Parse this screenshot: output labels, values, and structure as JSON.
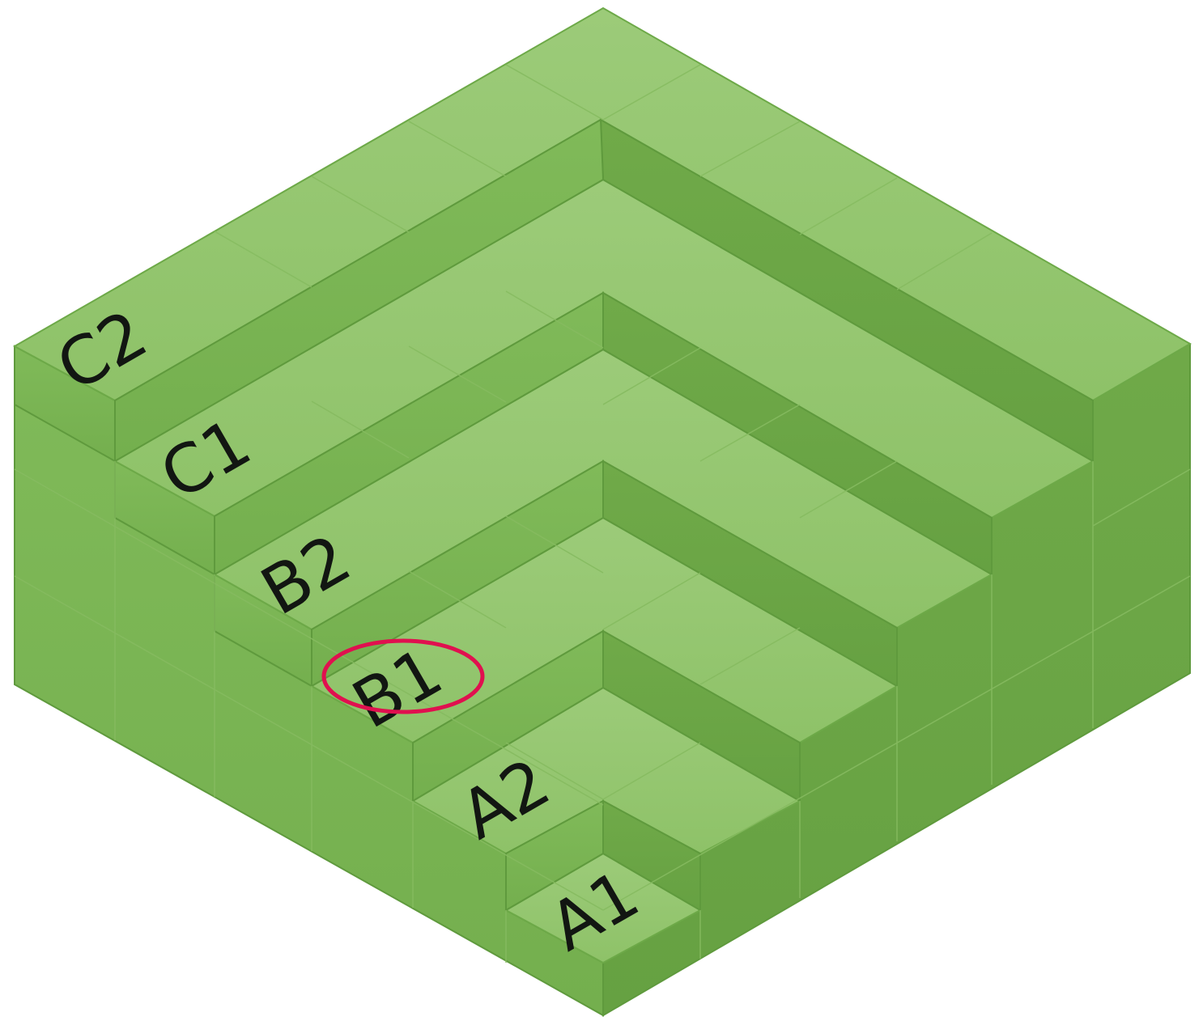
{
  "diagram": {
    "labels": {
      "A1": "A1",
      "A2": "A2",
      "B1": "B1",
      "B2": "B2",
      "C1": "C1",
      "C2": "C2"
    },
    "highlighted_label": "B1",
    "colors": {
      "top": "#93c56f",
      "left": "#79b452",
      "right": "#6aa545",
      "edge": "#5f9a3d",
      "highlight_ring": "#e0104f"
    }
  }
}
